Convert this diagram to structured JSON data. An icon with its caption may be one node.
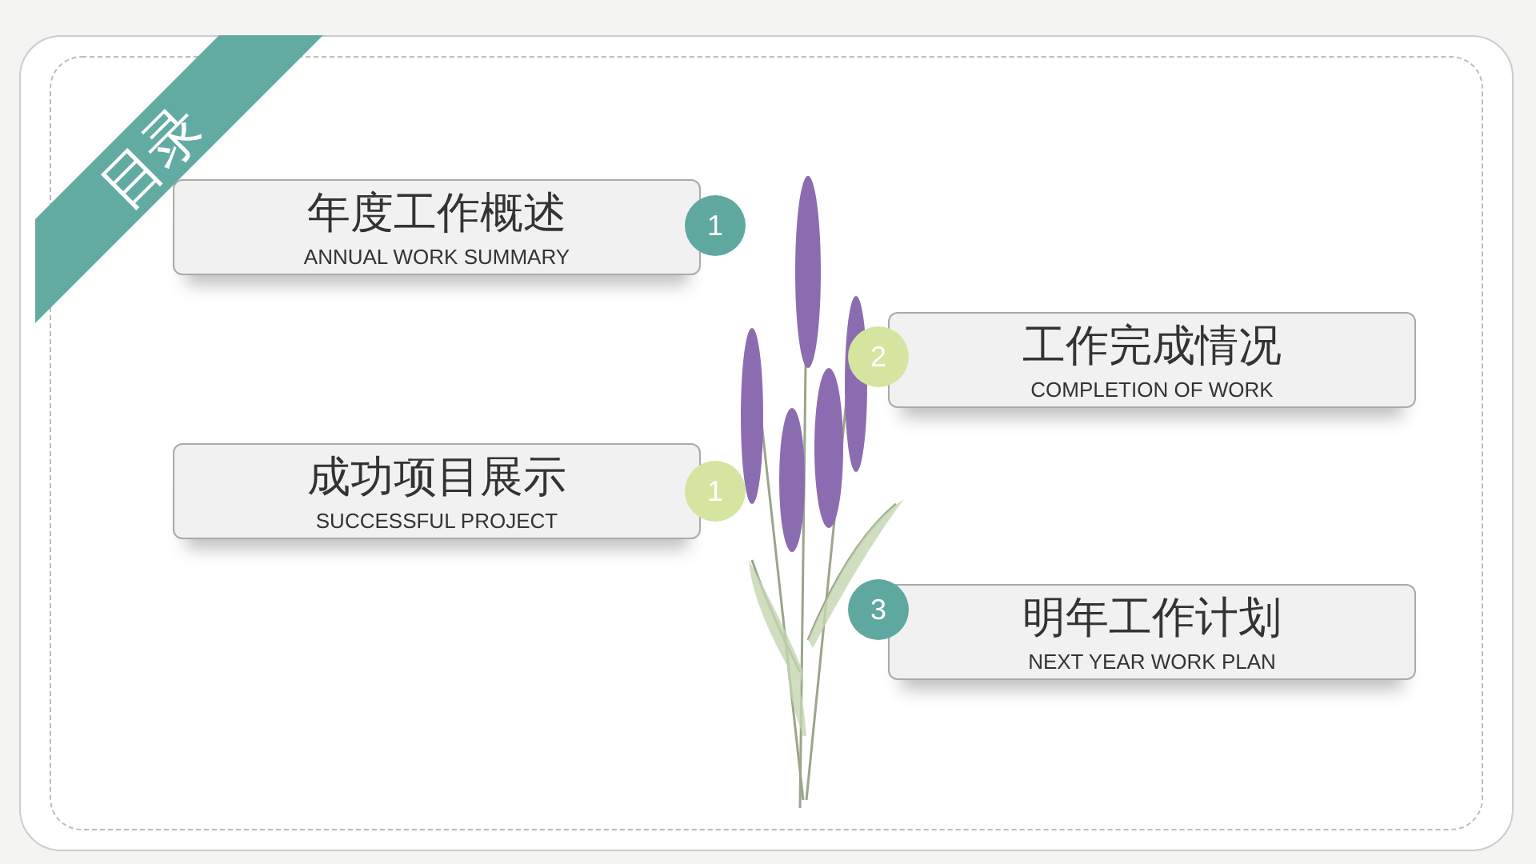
{
  "diagram": {
    "nodes": [
      {
        "text": [
          "目录"
        ]
      },
      {
        "text": [
          "年度工作概述",
          "ANNUAL WORK SUMMARY"
        ]
      },
      {
        "text": [
          "1"
        ]
      },
      {
        "text": [
          "2"
        ]
      },
      {
        "text": [
          "工作完成情况",
          "COMPLETION OF WORK"
        ]
      },
      {
        "text": [
          "成功项目展示",
          "SUCCESSFUL PROJECT"
        ]
      },
      {
        "text": [
          "1"
        ]
      },
      {
        "text": [
          "3"
        ]
      },
      {
        "text": [
          "明年工作计划",
          "NEXT YEAR WORK PLAN"
        ]
      }
    ]
  }
}
